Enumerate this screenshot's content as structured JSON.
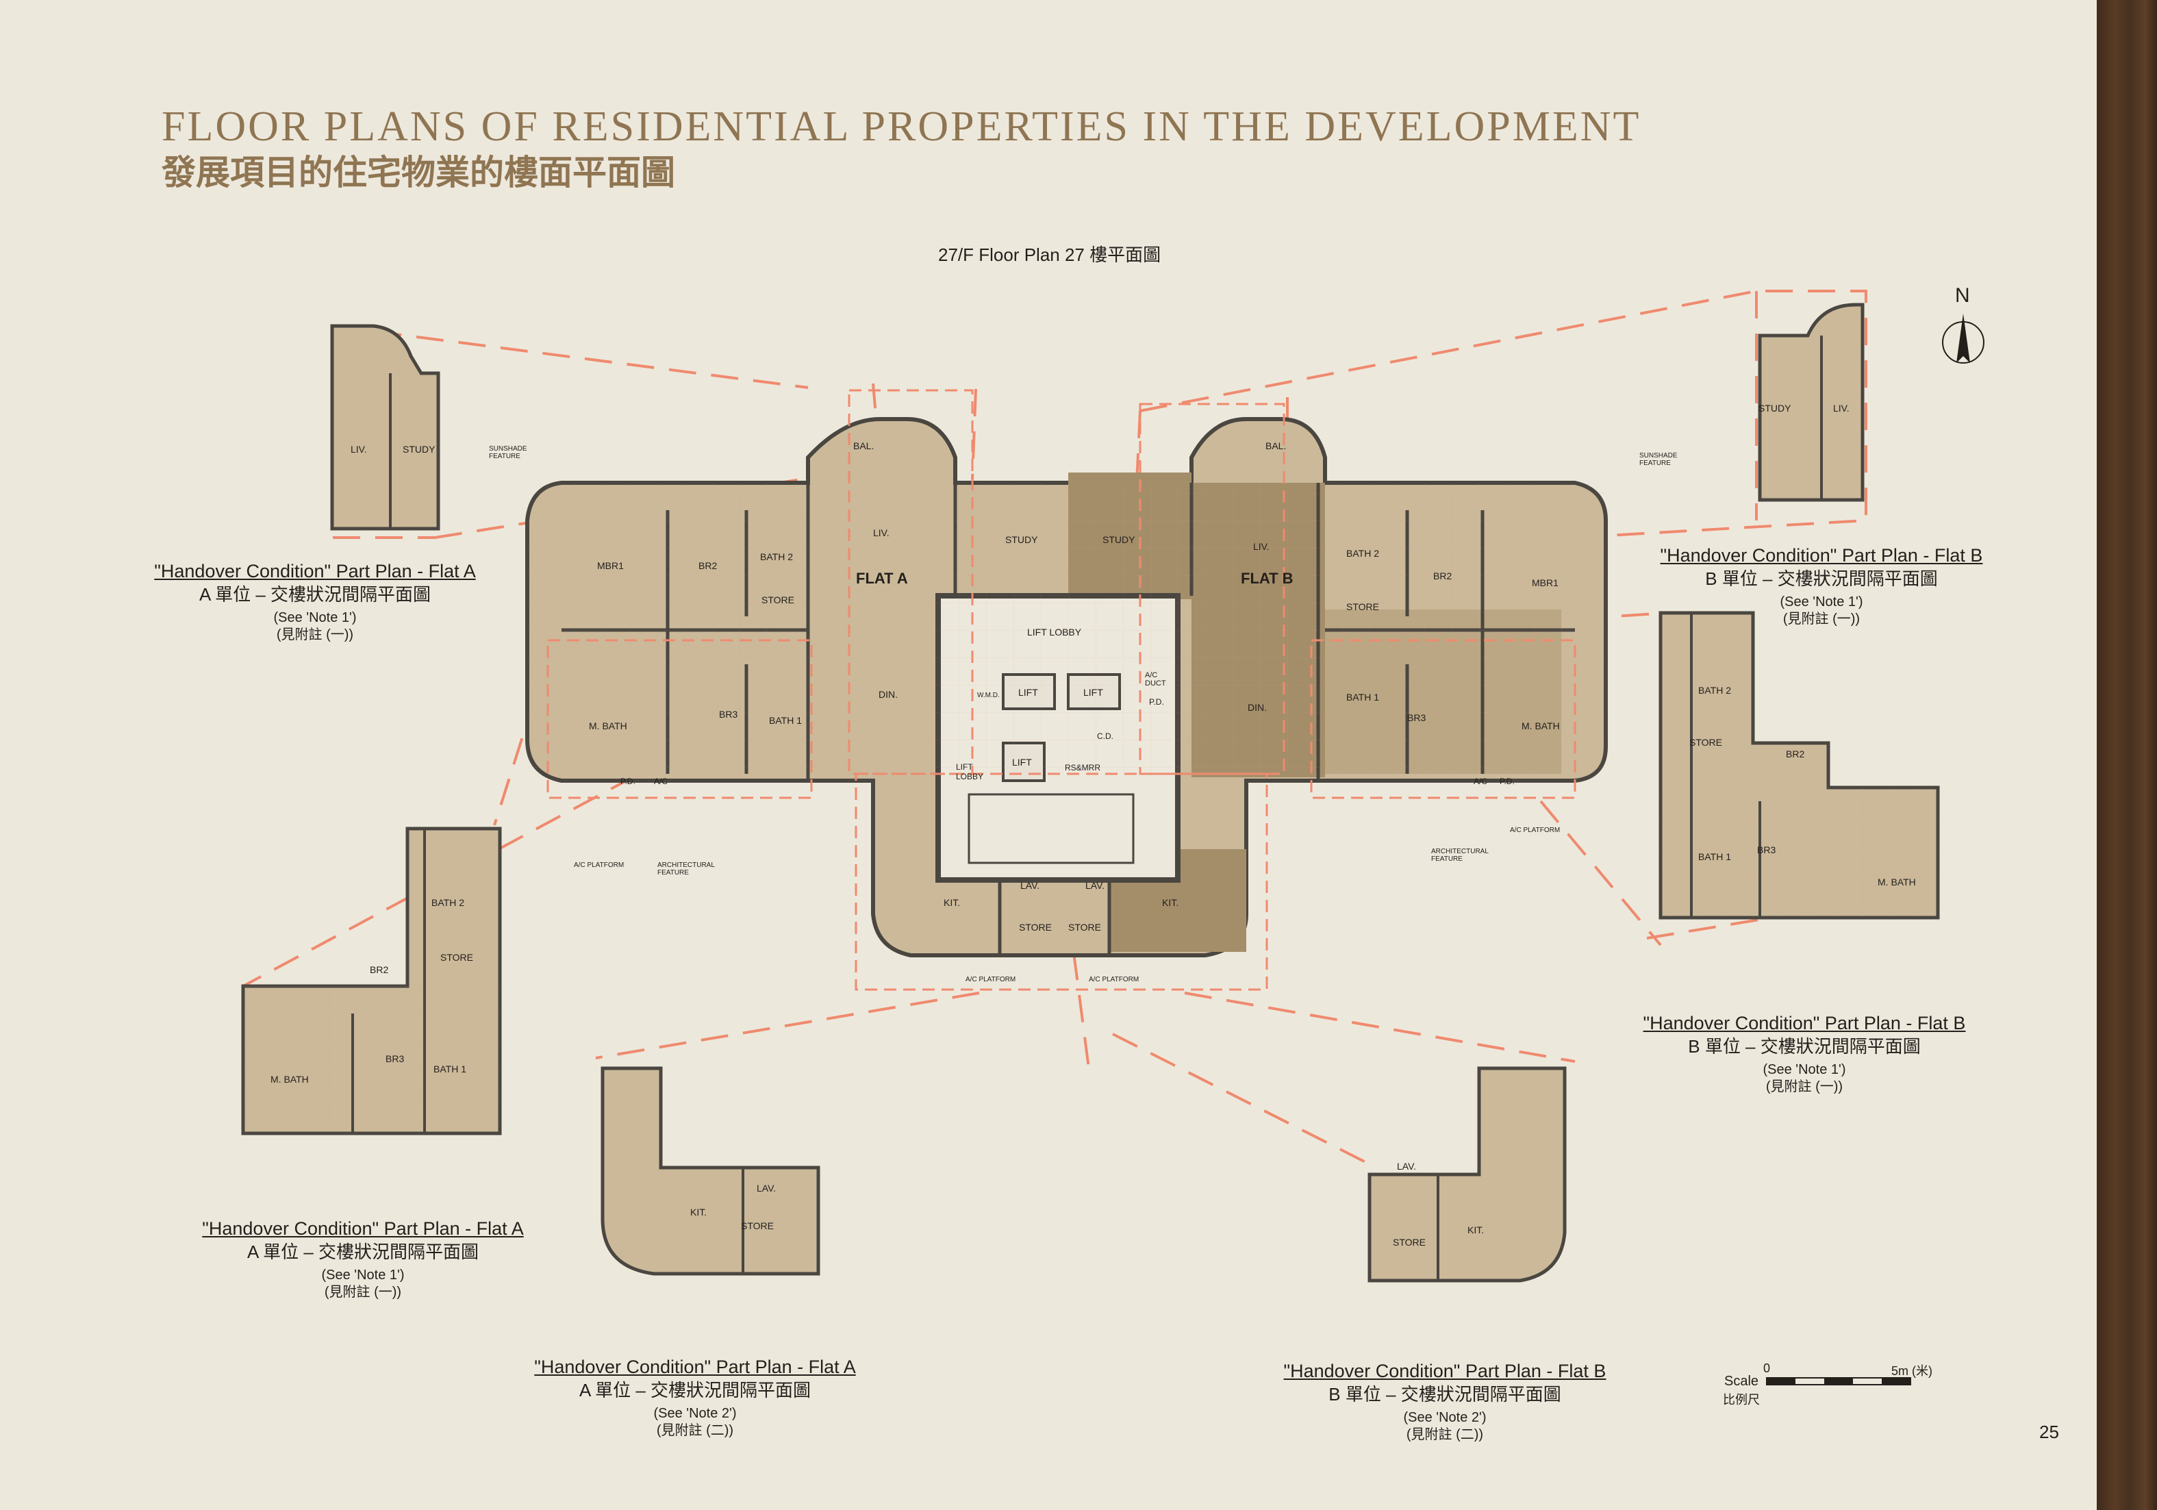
{
  "header": {
    "title_en": "FLOOR PLANS OF RESIDENTIAL PROPERTIES IN THE DEVELOPMENT",
    "title_zh": "發展項目的住宅物業的樓面平面圖"
  },
  "floor_plan": {
    "title": "27/F Floor Plan   27 樓平面圖",
    "flat_a_label": "FLAT A",
    "flat_b_label": "FLAT B",
    "rooms_a": [
      "MBR1",
      "BR2",
      "BATH 2",
      "STORE",
      "LIV.",
      "STUDY",
      "M. BATH",
      "BR3",
      "BATH 1",
      "DIN.",
      "KIT.",
      "LAV.",
      "STORE",
      "BAL."
    ],
    "rooms_b": [
      "MBR1",
      "BR2",
      "BATH 2",
      "STORE",
      "LIV.",
      "STUDY",
      "M. BATH",
      "BR3",
      "BATH 1",
      "DIN.",
      "KIT.",
      "LAV.",
      "STORE",
      "BAL."
    ],
    "core": [
      "LIFT LOBBY",
      "LIFT",
      "LIFT",
      "LIFT",
      "LIFT LOBBY",
      "W.M.D.",
      "A/C DUCT",
      "P.D.",
      "C.D.",
      "RS&MRR"
    ],
    "labels": {
      "sunshade": "SUNSHADE FEATURE",
      "ac_platform": "A/C PLATFORM",
      "arch_feature": "ARCHITECTURAL FEATURE",
      "pd": "P.D.",
      "ac": "A/C"
    }
  },
  "part_plans": [
    {
      "id": "a-liv",
      "line1": "\"Handover Condition\" Part Plan - Flat A",
      "line2": "A 單位 – 交樓狀況間隔平面圖",
      "line3": "(See 'Note 1')",
      "line4": "(見附註 (一))",
      "rooms": [
        "LIV.",
        "STUDY"
      ]
    },
    {
      "id": "b-liv",
      "line1": "\"Handover Condition\" Part Plan - Flat B",
      "line2": "B 單位 – 交樓狀況間隔平面圖",
      "line3": "(See 'Note 1')",
      "line4": "(見附註 (一))",
      "rooms": [
        "STUDY",
        "LIV."
      ]
    },
    {
      "id": "a-bed",
      "line1": "\"Handover Condition\" Part Plan - Flat A",
      "line2": "A 單位 – 交樓狀況間隔平面圖",
      "line3": "(See 'Note 1')",
      "line4": "(見附註 (一))",
      "rooms": [
        "BATH 2",
        "STORE",
        "BR2",
        "BR3",
        "BATH 1",
        "M. BATH"
      ]
    },
    {
      "id": "b-bed",
      "line1": "\"Handover Condition\" Part Plan - Flat B",
      "line2": "B 單位 – 交樓狀況間隔平面圖",
      "line3": "(See 'Note 1')",
      "line4": "(見附註 (一))",
      "rooms": [
        "BATH 2",
        "STORE",
        "BR2",
        "BR3",
        "BATH 1",
        "M. BATH"
      ]
    },
    {
      "id": "a-kit",
      "line1": "\"Handover Condition\" Part Plan - Flat A",
      "line2": "A 單位 – 交樓狀況間隔平面圖",
      "line3": "(See 'Note 2')",
      "line4": "(見附註 (二))",
      "rooms": [
        "KIT.",
        "STORE",
        "LAV."
      ]
    },
    {
      "id": "b-kit",
      "line1": "\"Handover Condition\" Part Plan - Flat B",
      "line2": "B 單位 – 交樓狀況間隔平面圖",
      "line3": "(See 'Note 2')",
      "line4": "(見附註 (二))",
      "rooms": [
        "STORE",
        "KIT.",
        "LAV."
      ]
    }
  ],
  "compass": {
    "label": "N"
  },
  "scale": {
    "label": "Scale",
    "label_zh": "比例尺",
    "start": "0",
    "end": "5m (米)"
  },
  "page_number": "25",
  "colors": {
    "accent": "#8f7552",
    "plan_fill": "#c9b797",
    "dark_fill": "#a48e6a",
    "dash": "#ef8a6e",
    "wall": "#4a4640"
  }
}
